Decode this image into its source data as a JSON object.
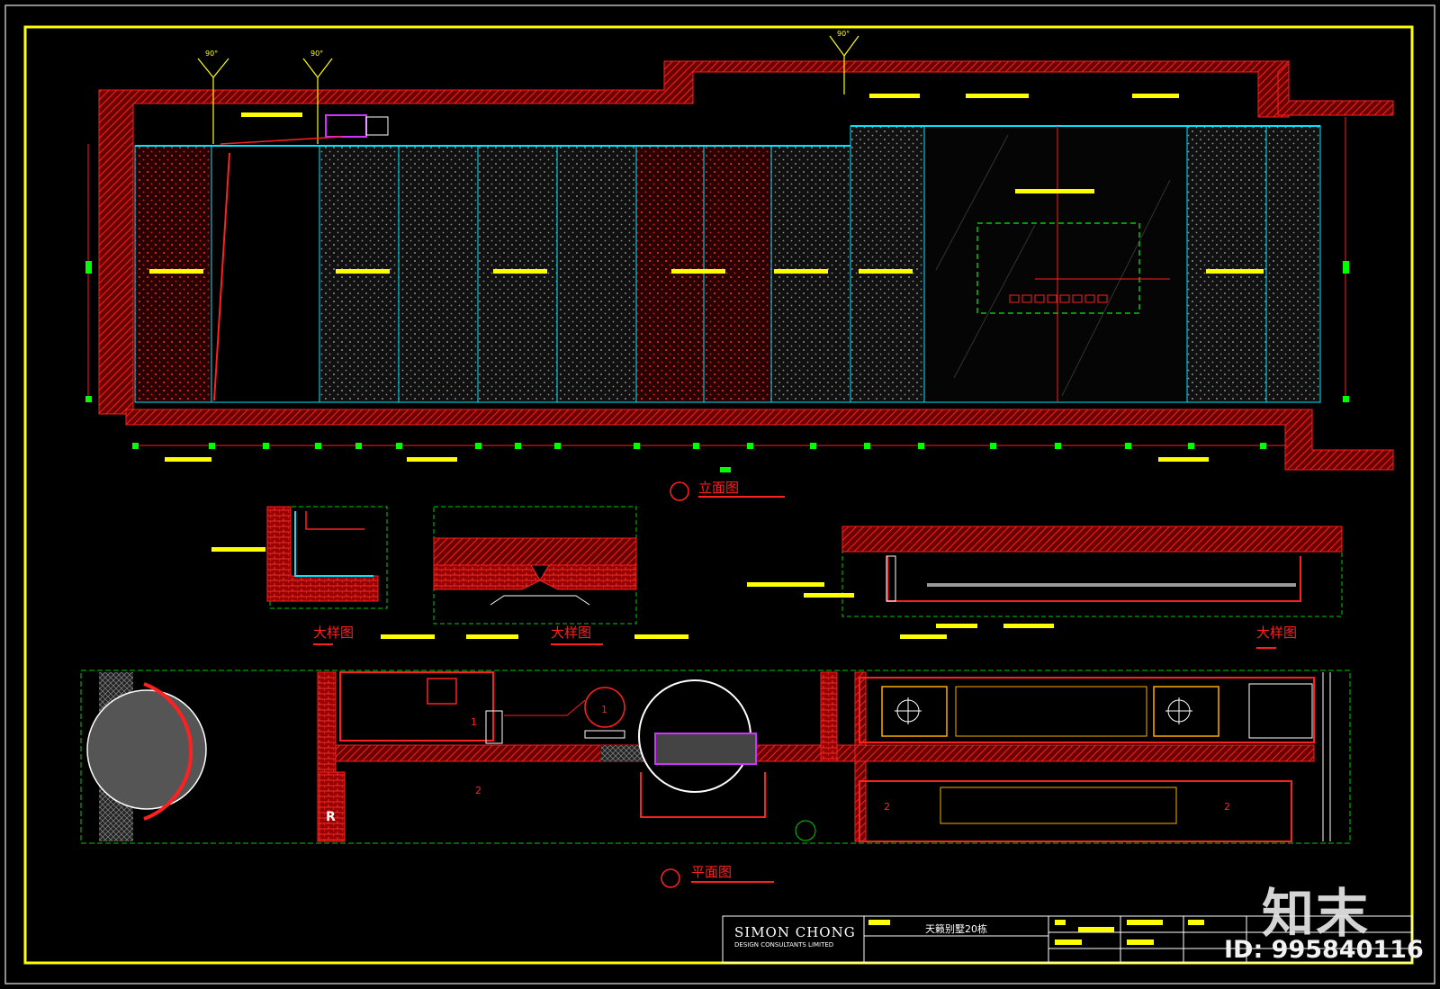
{
  "sheet": {
    "elevation_label": "立面图",
    "plan_label": "平面图",
    "detail_labels": [
      "大样图",
      "大样图",
      "大样图"
    ],
    "angle_marks": [
      "90°",
      "90°",
      "90°"
    ],
    "grid_marker_r": "R",
    "tag_numbers": [
      "1",
      "1",
      "2",
      "2",
      "2"
    ]
  },
  "title_block": {
    "firm_name": "SIMON CHONG",
    "firm_sub": "DESIGN CONSULTANTS LIMITED",
    "project": "天籁别墅20栋"
  },
  "watermark": {
    "logo": "知末",
    "id_text": "ID: 995840116"
  },
  "colors": {
    "background": "#000000",
    "border": "#ffff00",
    "wall_hatch": "#d01010",
    "panel_edge": "#00e5ff",
    "dimension": "#00ff00",
    "text_bar": "#ffff00",
    "dashed_box": "#00cc00"
  }
}
